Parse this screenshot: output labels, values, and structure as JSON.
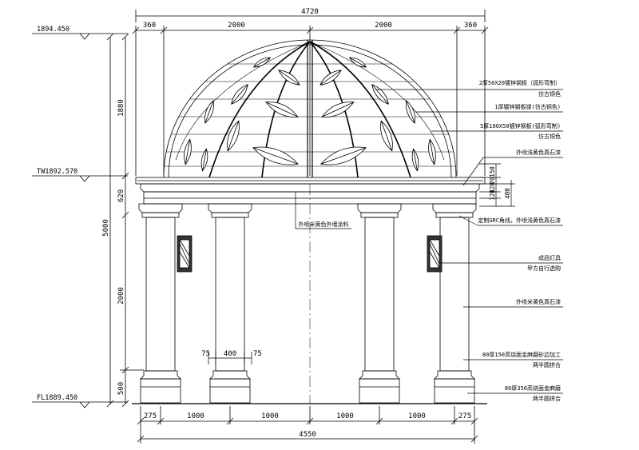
{
  "dimensions": {
    "top_total": "4720",
    "top_segments": [
      "360",
      "2000",
      "2000",
      "360"
    ],
    "bottom_total": "4550",
    "bottom_segments": [
      "275",
      "1000",
      "1000",
      "1000",
      "1000",
      "275"
    ],
    "left_total": "5000",
    "left_segments": [
      "1880",
      "620",
      "2000",
      "500"
    ],
    "right_small": [
      "150",
      "70",
      "120",
      "120",
      "400"
    ],
    "column_detail": [
      "75",
      "400",
      "75"
    ]
  },
  "levels": {
    "top": "1894.450",
    "mid": "TW1892.570",
    "floor": "FL1889.450"
  },
  "annotations": [
    {
      "line1": "2厚50X20镀锌钢板（弧形弯制）",
      "line2": "仿古铜色"
    },
    {
      "line1": "1厚镀锌钢板镂(仿古铜色)",
      "line2": ""
    },
    {
      "line1": "5厚100X50镀锌钢板(弧形弯制)",
      "line2": "仿古铜色"
    },
    {
      "line1": "外喷浅黄色真石漆",
      "line2": ""
    },
    {
      "line1": "定制GRC角线，外喷浅黄色真石漆",
      "line2": ""
    },
    {
      "line1": "成品灯具",
      "line2": "甲方自行选购"
    },
    {
      "line1": "外喷米黄色真石漆",
      "line2": ""
    },
    {
      "line1": "80厚150高烧面金麻磨砂边加工",
      "line2": "两半圆拼合"
    },
    {
      "line1": "80厚350高烧面金麻磨",
      "line2": "两半圆拼合"
    }
  ],
  "center_note": "外喷米黄色外墙涂料",
  "colors": {
    "line": "#000000",
    "background": "#ffffff"
  }
}
